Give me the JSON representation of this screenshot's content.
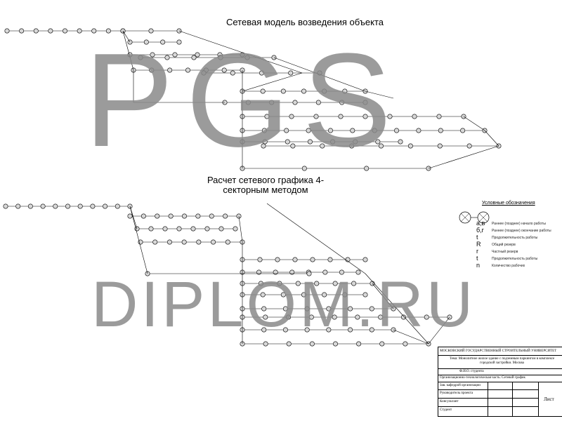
{
  "titles": {
    "network_model": "Сетевая модель  возведения объекта",
    "calculation": "Расчет сетевого графика 4-секторным методом"
  },
  "watermark": {
    "line1": "PGS",
    "line2": "DIPLOM.RU"
  },
  "legend": {
    "title": "Условные обозначения",
    "items": [
      {
        "symbol": "а,в",
        "text": "Раннее (позднее) начало работы"
      },
      {
        "symbol": "б,г",
        "text": "Раннее (позднее) окончание работы"
      },
      {
        "symbol": "t",
        "text": "Продолжительность работы"
      },
      {
        "symbol": "R",
        "text": "Общий резерв"
      },
      {
        "symbol": "r",
        "text": "Частный резерв"
      },
      {
        "symbol": "t",
        "text": "Продолжительность работы"
      },
      {
        "symbol": "n",
        "text": "Количество рабочих"
      }
    ]
  },
  "title_block": {
    "university": "МОСКОВСКИЙ ГОСУДАРСТВЕННЫЙ СТРОИТЕЛЬНЫЙ УНИВЕРСИТЕТ",
    "topic": "Тема: Монолитное жилое здание с подземным паркингом в комплексе городской застройки. Москва",
    "student_name": "Ф.И.О. студента",
    "sheet_desc": "Организационно-технологическая часть. Сетевой график",
    "rows": [
      "Зав. кафедрой организации",
      "Руководитель проекта",
      "Консультант",
      "Студент"
    ],
    "sheet_label": "Лист"
  },
  "colors": {
    "line": "#000000",
    "node_fill": "#d8d8d8",
    "watermark": "#8a8a8a"
  }
}
